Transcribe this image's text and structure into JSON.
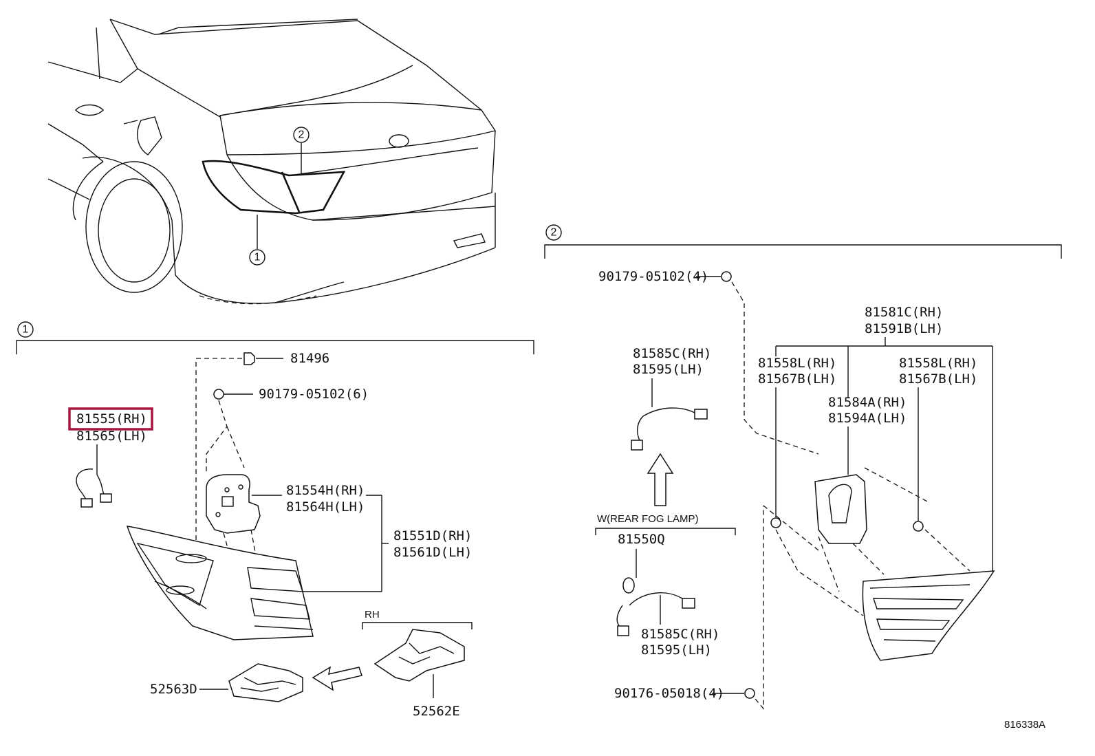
{
  "diagram_id": "816338A",
  "callouts": {
    "one": "1",
    "two": "2"
  },
  "section1": {
    "parts": {
      "clip_top": "81496",
      "screw_1": "90179-05102(6)",
      "socket_wire_rh": "81555(RH)",
      "socket_wire_lh": "81565(LH)",
      "gasket_rh": "81554H(RH)",
      "gasket_lh": "81564H(LH)",
      "lamp_rh": "81551D(RH)",
      "lamp_lh": "81561D(LH)",
      "bracket_rh_label": "RH",
      "bracket_left": "52563D",
      "bracket_right": "52562E"
    },
    "highlighted_part": "81555(RH)"
  },
  "section2": {
    "parts": {
      "screw_top": "90179-05102(4)",
      "wire_rh_top": "81585C(RH)",
      "wire_lh_top": "81595(LH)",
      "fog_lamp_note": "W(REAR FOG LAMP)",
      "bulb": "81550Q",
      "wire_rh_bottom": "81585C(RH)",
      "wire_lh_bottom": "81595(LH)",
      "screw_bottom": "90176-05018(4)",
      "lens_rh": "81581C(RH)",
      "lens_lh": "81591B(LH)",
      "cushion_left_rh": "81558L(RH)",
      "cushion_left_lh": "81567B(LH)",
      "cushion_right_rh": "81558L(RH)",
      "cushion_right_lh": "81567B(LH)",
      "gasket_rh": "81584A(RH)",
      "gasket_lh": "81594A(LH)"
    }
  },
  "colors": {
    "line": "#111111",
    "highlight": "#a8163f",
    "background": "#ffffff"
  }
}
